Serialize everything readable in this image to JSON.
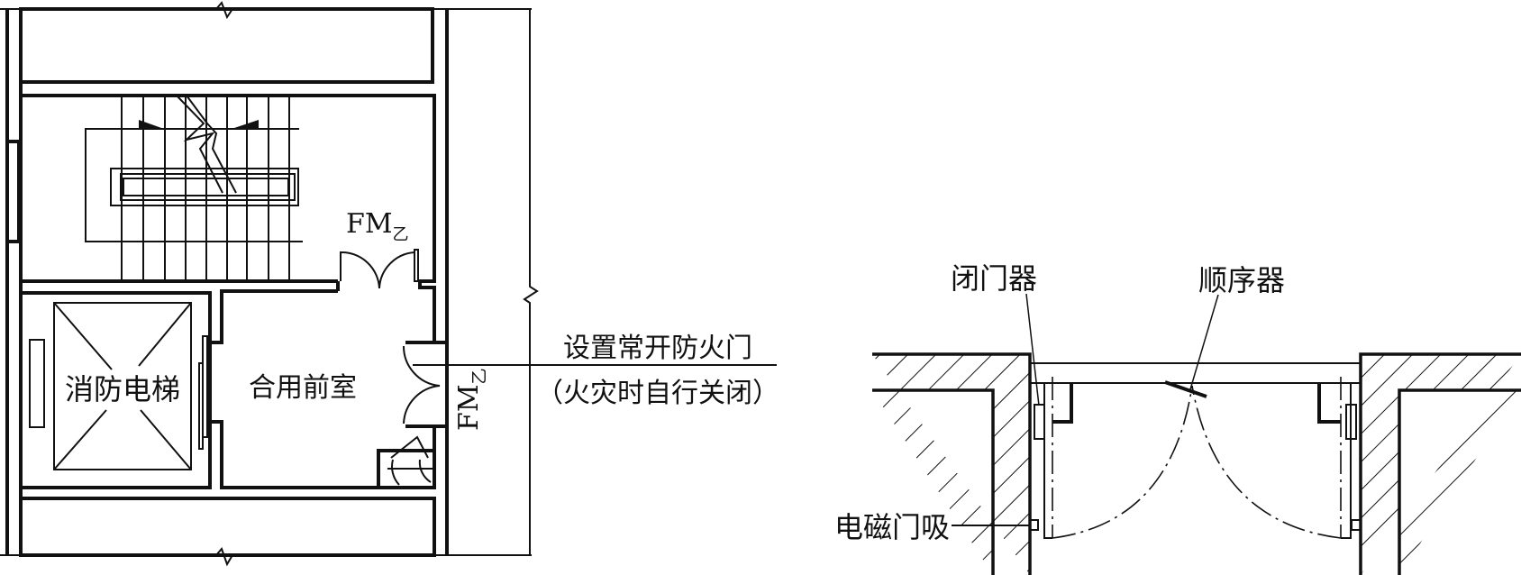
{
  "plan": {
    "door_code": "FM",
    "door_code_sub": "乙",
    "elevator_label": "消防电梯",
    "anteroom_label": "合用前室",
    "callout_line1": "设置常开防火门",
    "callout_line2": "（火灾时自行关闭）"
  },
  "detail": {
    "closer_label": "闭门器",
    "sequencer_label": "顺序器",
    "magnet_label": "电磁门吸"
  }
}
